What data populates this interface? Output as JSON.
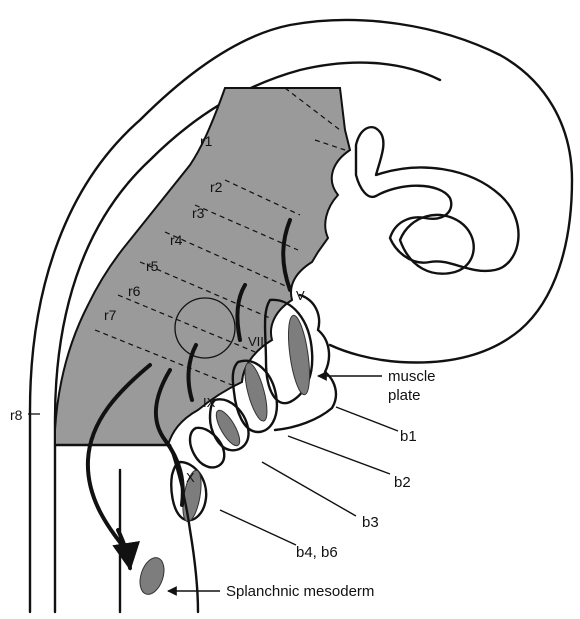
{
  "colors": {
    "hindbrain_fill": "#9a9a9a",
    "muscle_fill": "#7d7d7d",
    "outline": "#111111",
    "background": "#ffffff"
  },
  "rhombomeres": [
    "r1",
    "r2",
    "r3",
    "r4",
    "r5",
    "r6",
    "r7",
    "r8"
  ],
  "cranial_nerves": [
    "V",
    "VII",
    "IX",
    "X"
  ],
  "annotations": {
    "muscle_plate_line1": "muscle",
    "muscle_plate_line2": "plate",
    "arch_labels": [
      "b1",
      "b2",
      "b3",
      "b4, b6"
    ],
    "splanchnic": "Splanchnic mesoderm"
  }
}
